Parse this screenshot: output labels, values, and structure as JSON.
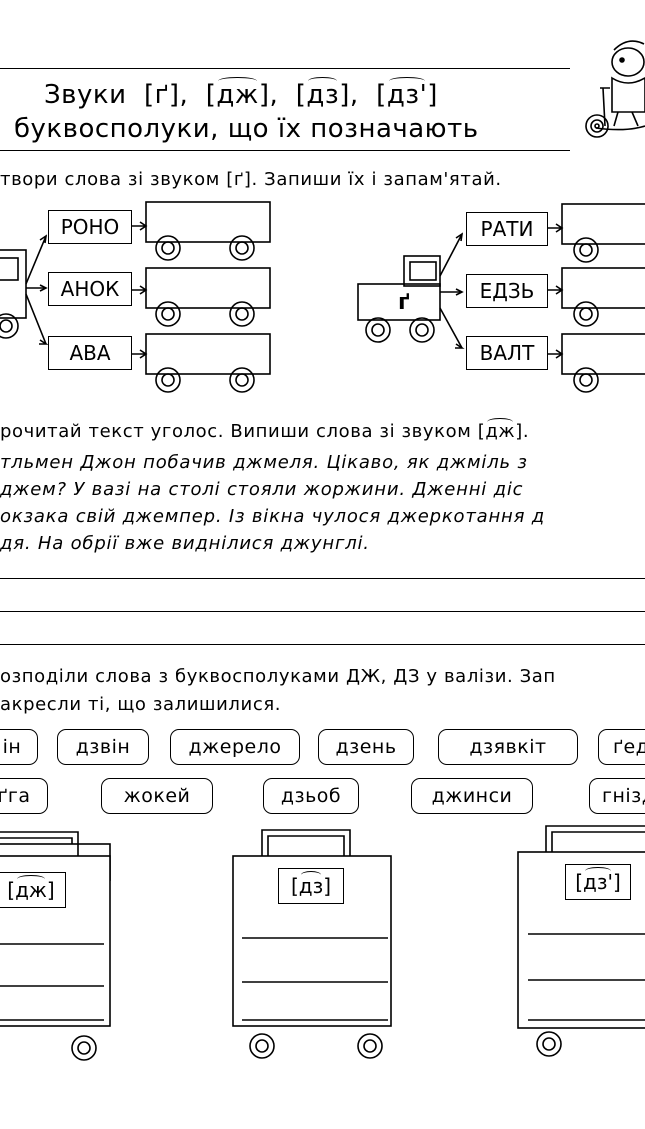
{
  "title": {
    "line1_prefix": "Звуки",
    "g": "[ґ],",
    "dzh": "дж",
    "dz": "дз",
    "dzs": "дз'",
    "line2": "буквосполуки,  що  їх  позначають"
  },
  "task1": {
    "instruction": "твори  слова  зі  звуком  [ґ].  Запиши  їх  і  запам'ятай.",
    "truck_letter": "ґ",
    "left_words": [
      "РОНО",
      "АНОК",
      "АВА"
    ],
    "right_words": [
      "РАТИ",
      "ЕДЗЬ",
      "ВАЛТ"
    ]
  },
  "task2": {
    "instruction_prefix": "рочитай  текст  уголос.  Випиши  слова  зі  звуком  [",
    "instruction_suffix": "].",
    "sound": "дж",
    "text_lines": [
      "тльмен  Джон  побачив  джмеля.  Цікаво,  як  джміль  з",
      "джем?  У  вазі  на  столі  стояли  жоржини.  Дженні  діс",
      "окзака  свій  джемпер.  Із  вікна  чулося  джеркотання  д",
      "дя.  На  обрії  вже  виднілися  джунглі."
    ]
  },
  "task3": {
    "instruction_line1": "озподіли  слова  з  буквосполуками  ДЖ,  ДЗ  у  валізи.  Зап",
    "instruction_line2": "акресли  ті,  що  залишилися.",
    "row1": [
      "ін",
      "дзвін",
      "джерело",
      "дзень",
      "дзявкіт",
      "ґед"
    ],
    "row2": [
      "ґга",
      "жокей",
      "дзьоб",
      "джинси",
      "гнізд"
    ],
    "suitcase_labels": [
      "дж",
      "дз",
      "дз'"
    ]
  }
}
